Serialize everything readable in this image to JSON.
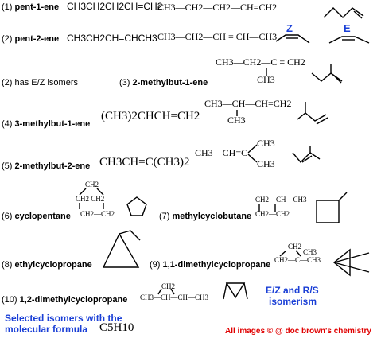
{
  "rows": {
    "r1": {
      "num": "(1)",
      "name": "pent-1-ene",
      "condensed": "CH3CH2CH2CH=CH2",
      "structural": "CH3—CH2—CH2—CH=CH2"
    },
    "r2": {
      "num": "(2)",
      "name": "pent-2-ene",
      "condensed": "CH3CH2CH=CHCH3",
      "structural": "CH3—CH2—CH = CH—CH3",
      "z_label": "Z",
      "e_label": "E"
    },
    "r2note": {
      "num": "(2)",
      "text": "has E/Z isomers"
    },
    "r3": {
      "num": "(3)",
      "name": "2-methylbut-1-ene",
      "structural_main": "CH3—CH2—C = CH2",
      "structural_branch": "CH3"
    },
    "r4": {
      "num": "(4)",
      "name": "3-methylbut-1-ene",
      "condensed": "(CH3)2CHCH=CH2",
      "structural_main": "CH3—CH—CH=CH2",
      "structural_branch": "CH3"
    },
    "r5": {
      "num": "(5)",
      "name": "2-methylbut-2-ene",
      "condensed": "CH3CH=C(CH3)2",
      "structural_top": "CH3",
      "structural_main": "CH3—CH=C",
      "structural_bottom": "CH3"
    },
    "r6": {
      "num": "(6)",
      "name": "cyclopentane",
      "s1": "CH2",
      "s2": "CH2   CH2",
      "s3": "CH2—CH2"
    },
    "r7": {
      "num": "(7)",
      "name": "methylcyclobutane",
      "s1": "CH2—CH—CH3",
      "s2": "CH2—CH2"
    },
    "r8": {
      "num": "(8)",
      "name": "ethylcyclopropane"
    },
    "r9": {
      "num": "(9)",
      "name": "1,1-dimethylcyclopropane",
      "s_top": "CH2",
      "s_top2": "CH3",
      "s_main": "CH2—C—CH3"
    },
    "r10": {
      "num": "(10)",
      "name": "1,2-dimethylcyclopropane",
      "s_top": "CH2",
      "s_main": "CH3—CH—CH—CH3"
    }
  },
  "notes": {
    "ezrs_line1": "E/Z and R/S",
    "ezrs_line2": "isomerism",
    "caption_line1": "Selected isomers with the",
    "caption_line2": "molecular formula",
    "formula": "C5H10",
    "credit": "All images © @ doc brown's chemistry"
  },
  "colors": {
    "accent_blue": "#1a3fd6",
    "credit_red": "#e00000"
  }
}
